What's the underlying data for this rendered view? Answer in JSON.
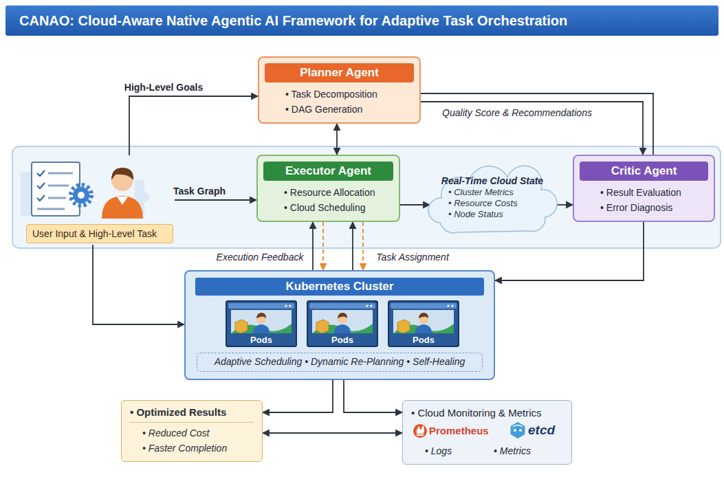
{
  "diagram": {
    "title": "CANAO: Cloud-Aware Native Agentic AI Framework for Adaptive Task Orchestration",
    "nodes": [
      {
        "text": [
          "Planner Agent",
          "• Task Decomposition",
          "• DAG Generation"
        ]
      },
      {
        "text": [
          "User Input & High-Level Task"
        ]
      },
      {
        "text": [
          "Executor Agent",
          "• Resource Allocation",
          "• Cloud Scheduling"
        ]
      },
      {
        "text": [
          "Real-Time Cloud State",
          "• Cluster Metrics",
          "• Resource Costs",
          "• Node Status"
        ]
      },
      {
        "text": [
          "Critic Agent",
          "• Result Evaluation",
          "• Error Diagnosis"
        ]
      },
      {
        "text": [
          "Kubernetes Cluster"
        ]
      },
      {
        "text": [
          "Pods"
        ],
        "in": 5
      },
      {
        "text": [
          "Pods"
        ],
        "in": 5
      },
      {
        "text": [
          "Pods"
        ],
        "in": 5
      },
      {
        "text": [
          "Adaptive Scheduling • Dynamic Re-Planning • Self-Healing"
        ],
        "in": 5
      },
      {
        "text": [
          "• Optimized Results",
          "• Reduced Cost",
          "• Faster Completion"
        ]
      },
      {
        "text": [
          "• Cloud Monitoring & Metrics",
          "Prometheus",
          "etcd",
          "• Logs",
          "• Metrics"
        ]
      }
    ],
    "edges": [
      {
        "from": 1,
        "to": 0,
        "arrow": "to",
        "label": "High-Level Goals"
      },
      {
        "from": 0,
        "to": 2,
        "arrow": "both"
      },
      {
        "from": 1,
        "to": 2,
        "arrow": "to",
        "label": "Task Graph"
      },
      {
        "from": 2,
        "to": 3,
        "arrow": "to"
      },
      {
        "from": 3,
        "to": 4,
        "arrow": "to"
      },
      {
        "from": 0,
        "to": 4,
        "arrow": "to",
        "label": "Quality Score & Recommendations"
      },
      {
        "from": 0,
        "to": 4,
        "arrow": "none"
      },
      {
        "from": 5,
        "to": 2,
        "arrow": "to",
        "label": "Execution Feedback"
      },
      {
        "from": 5,
        "to": 2,
        "arrow": "to"
      },
      {
        "from": 2,
        "to": 5,
        "arrow": "to",
        "label": "Task Assignment"
      },
      {
        "from": 2,
        "to": 5,
        "arrow": "to"
      },
      {
        "from": 1,
        "to": 5,
        "arrow": "to"
      },
      {
        "from": 4,
        "to": 5,
        "arrow": "to"
      },
      {
        "from": 5,
        "to": 10,
        "arrow": "to"
      },
      {
        "from": 5,
        "to": 11,
        "arrow": "to"
      },
      {
        "from": 10,
        "to": 11,
        "arrow": "both"
      }
    ]
  }
}
